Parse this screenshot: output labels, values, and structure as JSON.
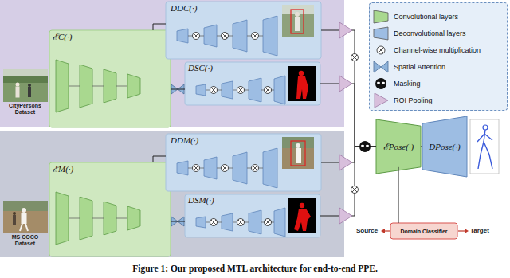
{
  "diagram": {
    "caption": "Figure 1: Our proposed MTL architecture for end-to-end PPE.",
    "nodes": [
      {
        "text": [
          "CityPersons Dataset"
        ]
      },
      {
        "text": [
          "ℰC(·)"
        ],
        "in": 0
      },
      {
        "text": [
          "DDC(·)"
        ],
        "in": 0
      },
      {
        "text": [
          "DSC(·)"
        ],
        "in": 0
      },
      {
        "text": [
          "MS COCO Dataset"
        ]
      },
      {
        "text": [
          "ℰM(·)"
        ],
        "in": 4
      },
      {
        "text": [
          "DDM(·)"
        ],
        "in": 4
      },
      {
        "text": [
          "DSM(·)"
        ],
        "in": 4
      },
      {
        "text": [
          "ℰPose(·)"
        ]
      },
      {
        "text": [
          "DPose(·)"
        ]
      },
      {
        "text": [
          "Domain Classifier"
        ]
      }
    ],
    "edges": [
      {
        "from": 1,
        "to": 2,
        "arrow": "none"
      },
      {
        "from": 1,
        "to": 3,
        "arrow": "none"
      },
      {
        "from": 2,
        "to": 8,
        "arrow": "none"
      },
      {
        "from": 3,
        "to": 8,
        "arrow": "none"
      },
      {
        "from": 5,
        "to": 6,
        "arrow": "none"
      },
      {
        "from": 5,
        "to": 7,
        "arrow": "none"
      },
      {
        "from": 6,
        "to": 8,
        "arrow": "none"
      },
      {
        "from": 7,
        "to": 8,
        "arrow": "none"
      },
      {
        "from": 8,
        "to": 9,
        "arrow": "none"
      },
      {
        "from": 8,
        "to": 10,
        "arrow": "none"
      }
    ],
    "labels": [
      "Source",
      "Target"
    ],
    "legend": [
      {
        "text": "Convolutional layers",
        "color": "#a9d88f"
      },
      {
        "text": "Deconvolutional layers",
        "color": "#9dbde3"
      },
      {
        "text": "Channel-wise multiplication"
      },
      {
        "text": "Spatial Attention"
      },
      {
        "text": "Masking"
      },
      {
        "text": "ROI Pooling"
      }
    ]
  }
}
